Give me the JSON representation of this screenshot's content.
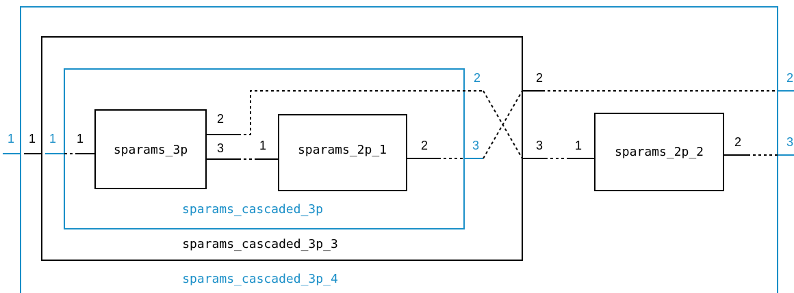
{
  "colors": {
    "black": "#000000",
    "blue": "#1a8fc8"
  },
  "outer_block": {
    "label": "sparams_cascaded_3p_4",
    "ports": {
      "left": "1",
      "right_top": "2",
      "right_bottom": "3"
    }
  },
  "mid_block": {
    "label": "sparams_cascaded_3p_3",
    "port_left": "1",
    "port_right_top": "2",
    "port_right_bottom": "3"
  },
  "inner_block": {
    "label": "sparams_cascaded_3p",
    "port_left": "1",
    "port_right_top": "2",
    "port_right_bottom": "3"
  },
  "component_3p": {
    "label": "sparams_3p",
    "port_left": "1",
    "port_right_top": "2",
    "port_right_bottom": "3"
  },
  "component_2p_1": {
    "label": "sparams_2p_1",
    "port_left": "1",
    "port_right": "2"
  },
  "component_2p_2": {
    "label": "sparams_2p_2",
    "port_left": "1",
    "port_right": "2"
  }
}
